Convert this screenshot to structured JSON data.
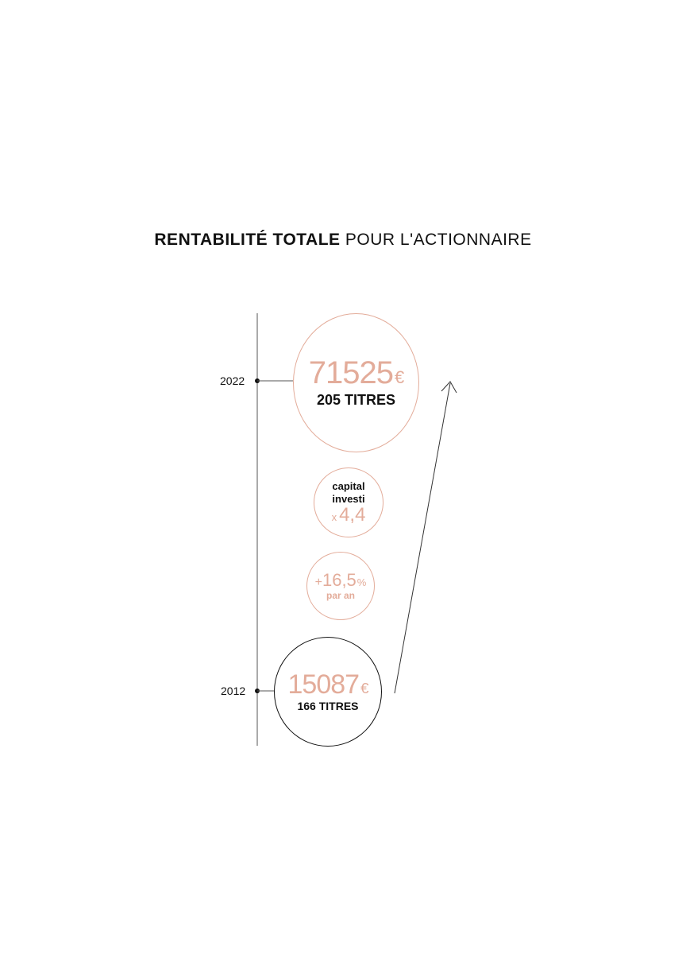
{
  "title": {
    "bold": "RENTABILITÉ TOTALE",
    "light": "POUR L'ACTIONNAIRE"
  },
  "timeline": {
    "end": {
      "year": "2022",
      "amount": "71525",
      "currency": "€",
      "shares": "205 TITRES"
    },
    "start": {
      "year": "2012",
      "amount": "15087",
      "currency": "€",
      "shares": "166 TITRES"
    }
  },
  "capital": {
    "line1": "capital",
    "line2": "investi",
    "mult_prefix": "x",
    "mult_value": "4,4"
  },
  "annual": {
    "sign": "+",
    "value": "16,5",
    "unit": "%",
    "label": "par an"
  },
  "colors": {
    "accent": "#e3ac9a",
    "text": "#111111"
  },
  "icons": {
    "growth_arrow": "arrow-up-right-icon"
  }
}
